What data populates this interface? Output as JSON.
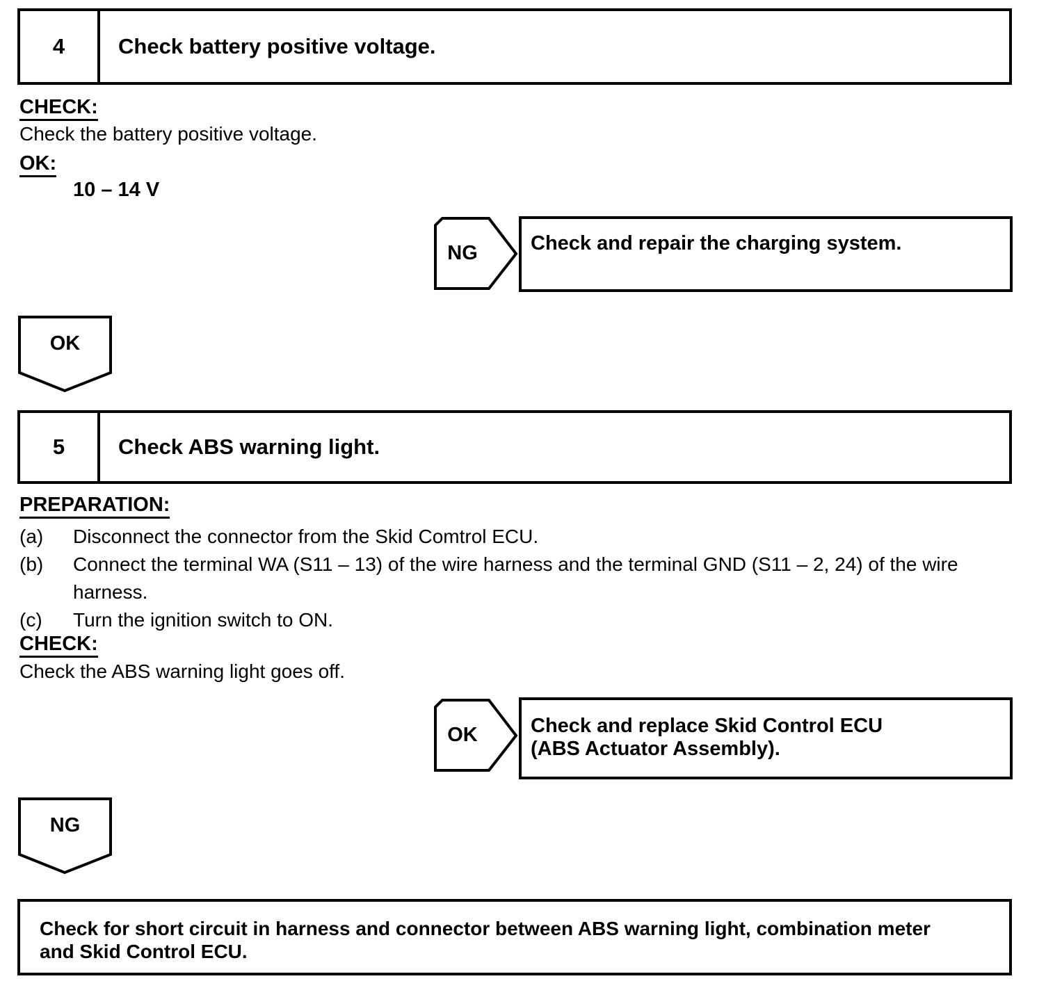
{
  "colors": {
    "ink": "#000000",
    "paper": "#ffffff"
  },
  "step4": {
    "number": "4",
    "title": "Check battery positive voltage.",
    "check_heading": "CHECK:",
    "check_text": "Check the battery positive voltage.",
    "ok_heading": "OK:",
    "ok_spec": "10 – 14 V"
  },
  "step4_ng_branch": {
    "label": "NG",
    "action": "Check and repair the charging system."
  },
  "step4_ok_connector": {
    "label": "OK"
  },
  "step5": {
    "number": "5",
    "title": "Check ABS warning light.",
    "preparation_heading": "PREPARATION:",
    "preparation_items": [
      {
        "marker": "(a)",
        "lines": [
          "Disconnect the connector from the Skid Comtrol ECU."
        ]
      },
      {
        "marker": "(b)",
        "lines": [
          "Connect the terminal WA (S11 – 13) of the wire harness and the terminal GND (S11 – 2, 24) of the wire",
          "harness."
        ]
      },
      {
        "marker": "(c)",
        "lines": [
          "Turn the ignition switch to ON."
        ]
      }
    ],
    "check_heading": "CHECK:",
    "check_text": "Check the ABS warning light goes off."
  },
  "step5_ok_branch": {
    "label": "OK",
    "action_lines": [
      "Check and replace Skid Control ECU",
      "(ABS Actuator Assembly)."
    ]
  },
  "step5_ng_connector": {
    "label": "NG"
  },
  "final_action": {
    "lines": [
      "Check for short circuit in harness and connector between ABS warning light, combination meter",
      "and Skid Control ECU."
    ]
  }
}
